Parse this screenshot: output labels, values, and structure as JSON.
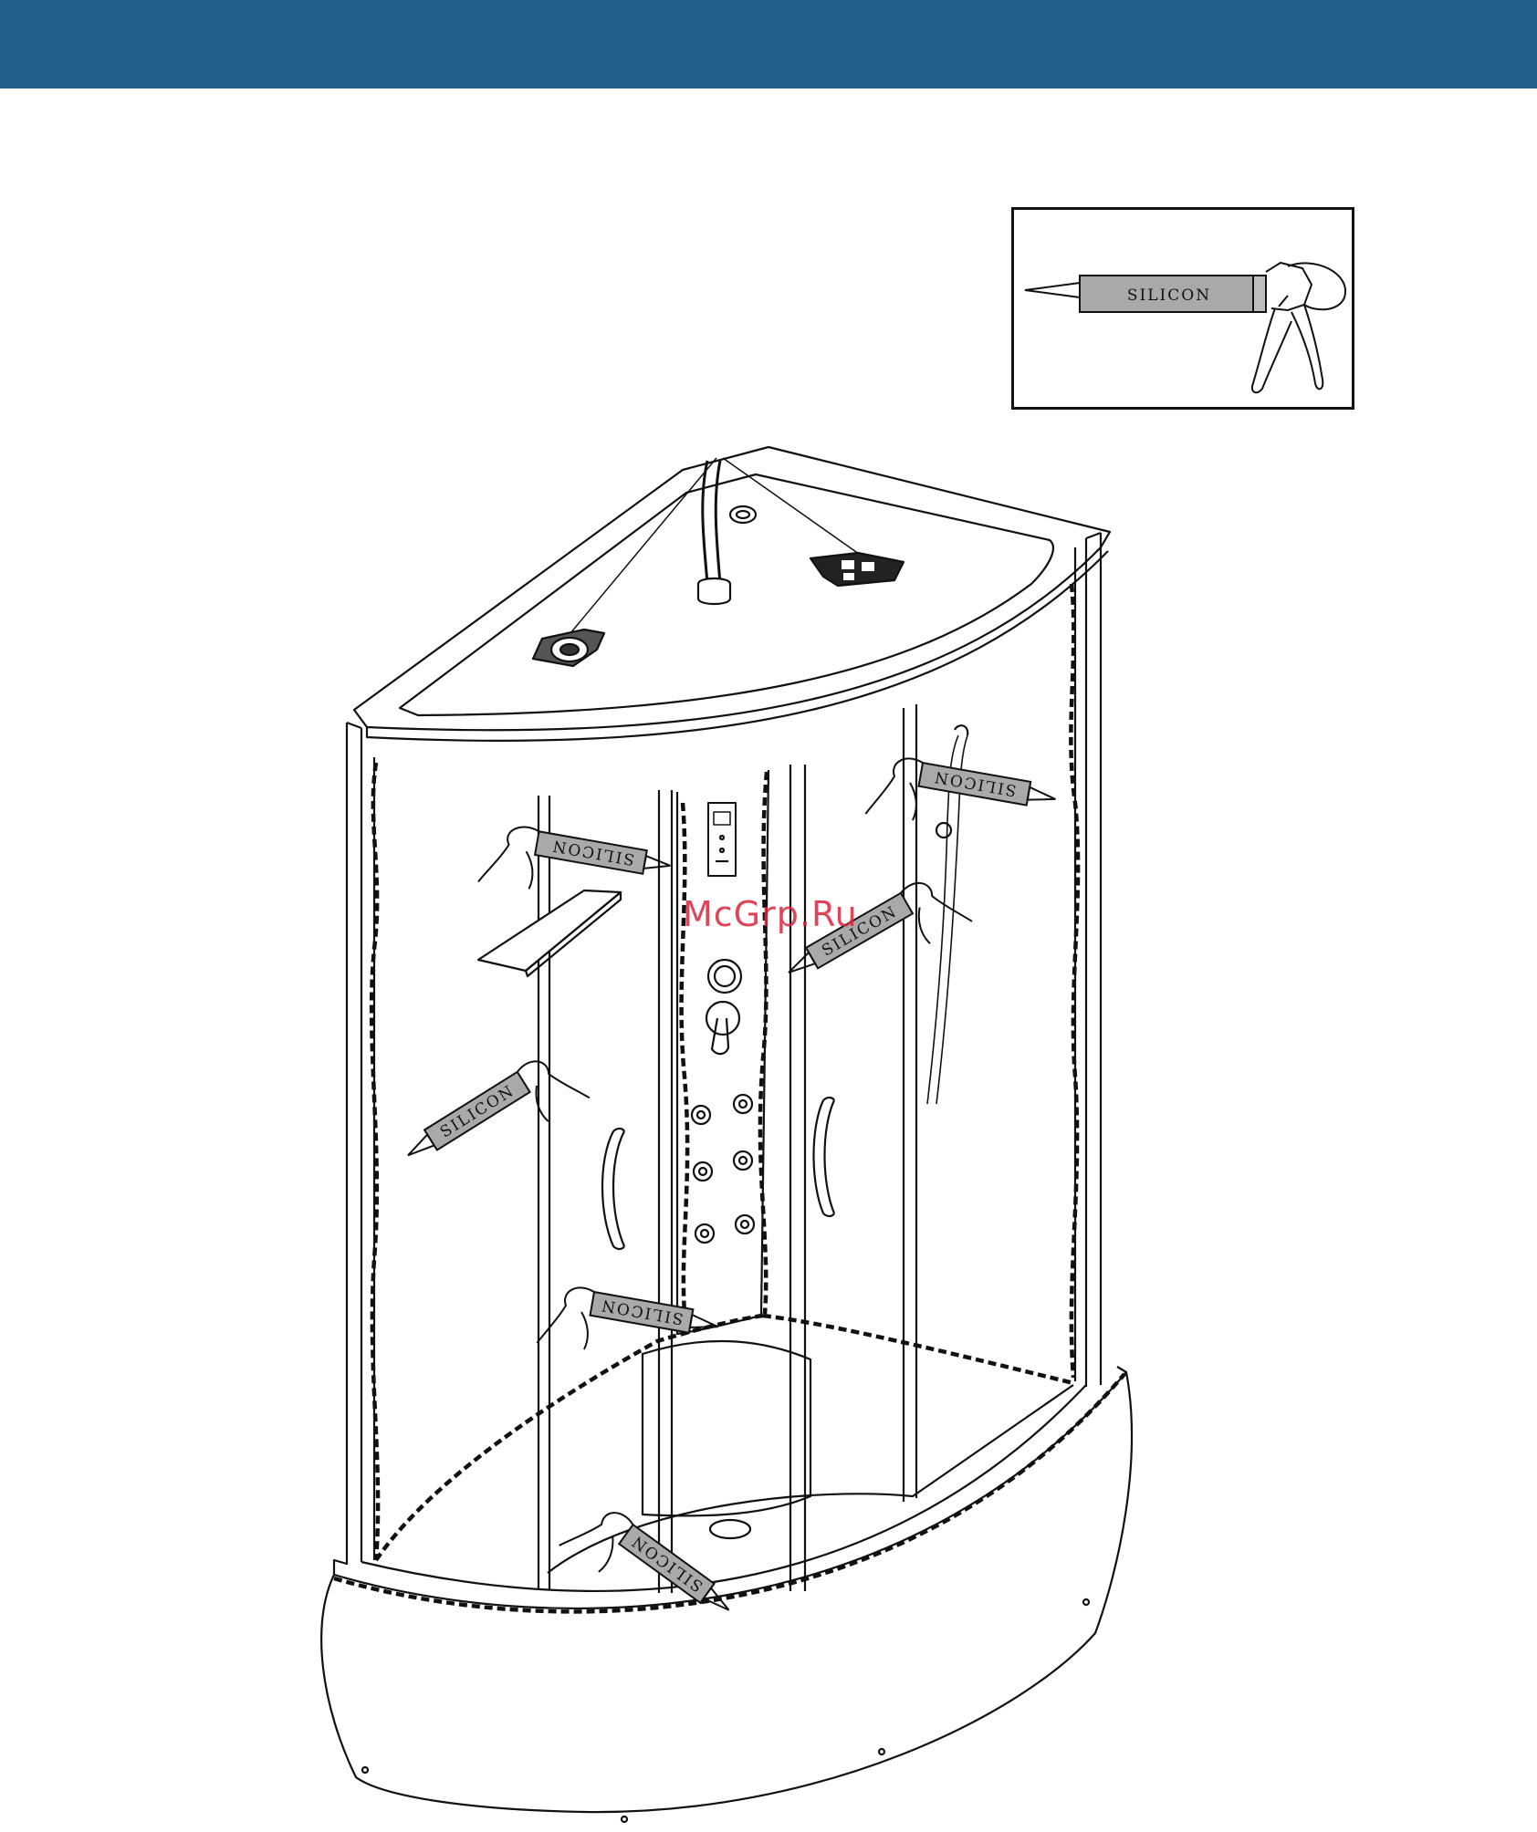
{
  "header": {
    "bar_color": "#255f8c"
  },
  "inset": {
    "tube_label": "SILICON",
    "icon": "caulking-gun-icon"
  },
  "diagram": {
    "subject": "shower-cabin-icon",
    "gun_labels": [
      "SILICON",
      "SILICON",
      "SILICON",
      "SILICON",
      "SILICON",
      "SILICON"
    ],
    "sealant_line_style": "dashed"
  },
  "watermark": {
    "text": "McGrp.Ru",
    "color": "#d9263b"
  }
}
